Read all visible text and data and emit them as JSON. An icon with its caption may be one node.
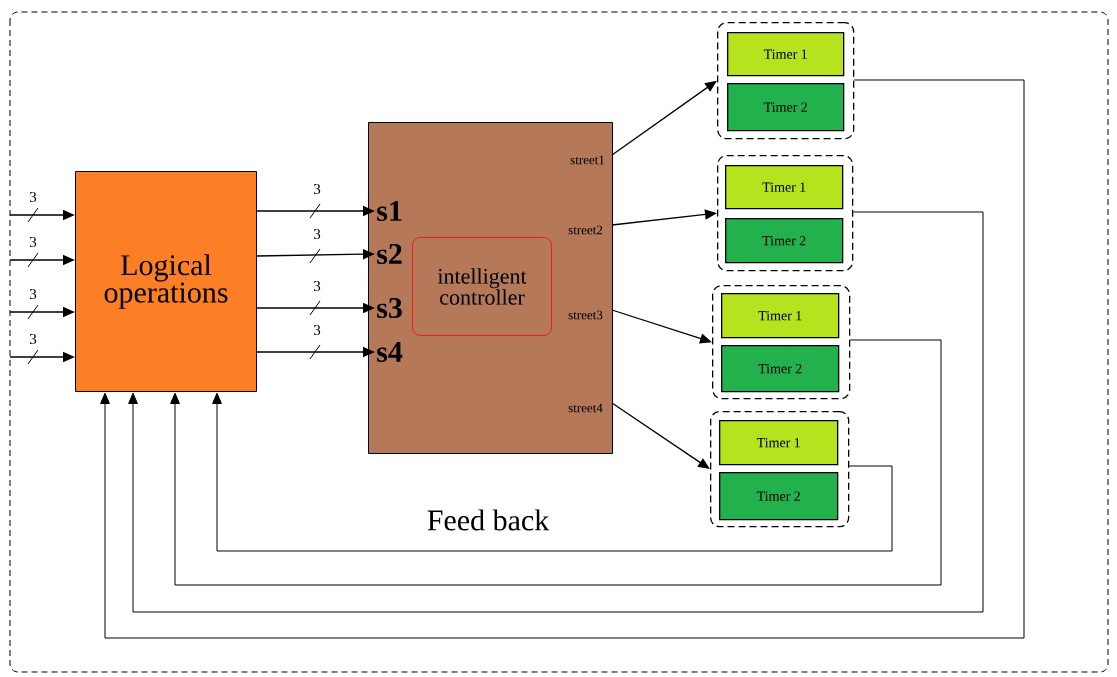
{
  "diagram": {
    "nodes": [
      {
        "text": [
          "Logical operations"
        ]
      },
      {
        "text": [],
        "shape": "box"
      },
      {
        "text": [
          "intelligent controller"
        ],
        "in": 1
      },
      {
        "text": [
          "s1"
        ],
        "in": 1
      },
      {
        "text": [
          "s2"
        ],
        "in": 1
      },
      {
        "text": [
          "s3"
        ],
        "in": 1
      },
      {
        "text": [
          "s4"
        ],
        "in": 1
      },
      {
        "text": [
          "street1"
        ],
        "in": 1
      },
      {
        "text": [
          "street2"
        ],
        "in": 1
      },
      {
        "text": [
          "street3"
        ],
        "in": 1
      },
      {
        "text": [
          "street4"
        ],
        "in": 1
      },
      {
        "text": [],
        "shape": "box"
      },
      {
        "text": [
          "Timer 1"
        ],
        "in": 11
      },
      {
        "text": [
          "Timer 2"
        ],
        "in": 11
      },
      {
        "text": [],
        "shape": "box"
      },
      {
        "text": [
          "Timer 1"
        ],
        "in": 14
      },
      {
        "text": [
          "Timer 2"
        ],
        "in": 14
      },
      {
        "text": [],
        "shape": "box"
      },
      {
        "text": [
          "Timer 1"
        ],
        "in": 17
      },
      {
        "text": [
          "Timer 2"
        ],
        "in": 17
      },
      {
        "text": [],
        "shape": "box"
      },
      {
        "text": [
          "Timer 1"
        ],
        "in": 20
      },
      {
        "text": [
          "Timer 2"
        ],
        "in": 20
      }
    ],
    "edges": [
      {
        "from": null,
        "to": 0,
        "arrow": "to",
        "label": "3"
      },
      {
        "from": null,
        "to": 0,
        "arrow": "to",
        "label": "3"
      },
      {
        "from": null,
        "to": 0,
        "arrow": "to",
        "label": "3"
      },
      {
        "from": null,
        "to": 0,
        "arrow": "to",
        "label": "3"
      },
      {
        "from": 0,
        "to": 3,
        "arrow": "to",
        "label": "3"
      },
      {
        "from": 0,
        "to": 4,
        "arrow": "to",
        "label": "3"
      },
      {
        "from": 0,
        "to": 5,
        "arrow": "to",
        "label": "3"
      },
      {
        "from": 0,
        "to": 6,
        "arrow": "to",
        "label": "3"
      },
      {
        "from": 7,
        "to": 11,
        "arrow": "to"
      },
      {
        "from": 8,
        "to": 14,
        "arrow": "to"
      },
      {
        "from": 9,
        "to": 17,
        "arrow": "to"
      },
      {
        "from": 10,
        "to": 20,
        "arrow": "to"
      },
      {
        "from": 11,
        "to": 0,
        "arrow": "to"
      },
      {
        "from": 14,
        "to": 0,
        "arrow": "to"
      },
      {
        "from": 17,
        "to": 0,
        "arrow": "to"
      },
      {
        "from": 20,
        "to": 0,
        "arrow": "to"
      }
    ],
    "labels": [
      "Feed back"
    ]
  }
}
